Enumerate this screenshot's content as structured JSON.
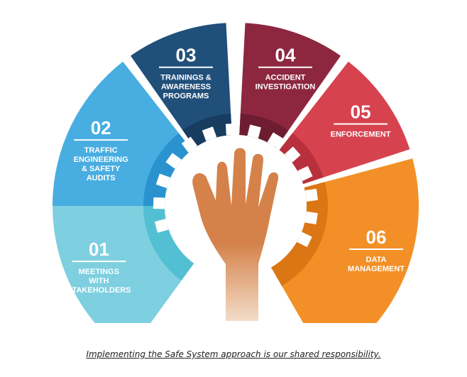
{
  "segments": [
    {
      "number": "01",
      "label_lines": [
        "MEETINGS",
        "WITH",
        "STAKEHOLDERS"
      ],
      "color": "#7ecfdf",
      "inner_color": "#53bfd3"
    },
    {
      "number": "02",
      "label_lines": [
        "TRAFFIC",
        "ENGINEERING",
        "& SAFETY",
        "AUDITS"
      ],
      "color": "#48ade0",
      "inner_color": "#2a93cf"
    },
    {
      "number": "03",
      "label_lines": [
        "TRAININGS &",
        "AWARENESS",
        "PROGRAMS"
      ],
      "color": "#204f7a",
      "inner_color": "#173c60"
    },
    {
      "number": "04",
      "label_lines": [
        "ACCIDENT",
        "INVESTIGATION"
      ],
      "color": "#8d2740",
      "inner_color": "#6e1d31"
    },
    {
      "number": "05",
      "label_lines": [
        "ENFORCEMENT"
      ],
      "color": "#d6434f",
      "inner_color": "#b8303c"
    },
    {
      "number": "06",
      "label_lines": [
        "DATA",
        "MANAGEMENT"
      ],
      "color": "#f29027",
      "inner_color": "#db7614"
    }
  ],
  "hand": {
    "skin_color": "#d4824a",
    "fade_color": "#f3dcc8"
  },
  "caption": "Implementing the Safe System approach is our shared responsibility."
}
